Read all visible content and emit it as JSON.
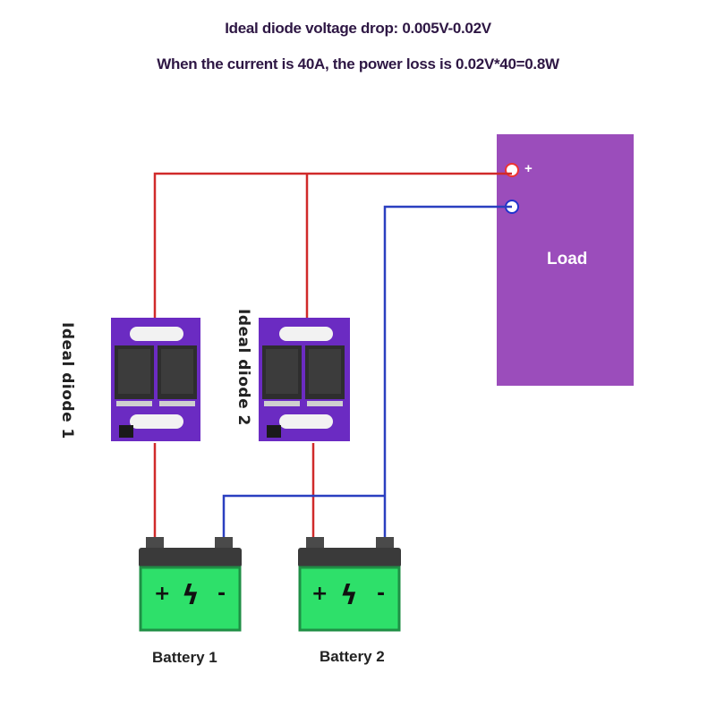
{
  "header": {
    "line1": "Ideal diode voltage drop: 0.005V-0.02V",
    "line2": "When the current is 40A, the power loss is 0.02V*40=0.8W"
  },
  "load": {
    "label": "Load",
    "positive_symbol": "+",
    "color": "#9b4dbb"
  },
  "diodes": [
    {
      "label": "Ideal diode 1"
    },
    {
      "label": "Ideal diode 2"
    }
  ],
  "batteries": [
    {
      "label": "Battery 1",
      "symbols": "+ ⚡ -"
    },
    {
      "label": "Battery 2",
      "symbols": "+ ⚡ -"
    }
  ],
  "colors": {
    "positive_wire": "#d02a2a",
    "negative_wire": "#2a3fc0",
    "battery_body": "#2ee06a",
    "battery_top": "#3a3a3a",
    "board": "#6b2bc2"
  }
}
